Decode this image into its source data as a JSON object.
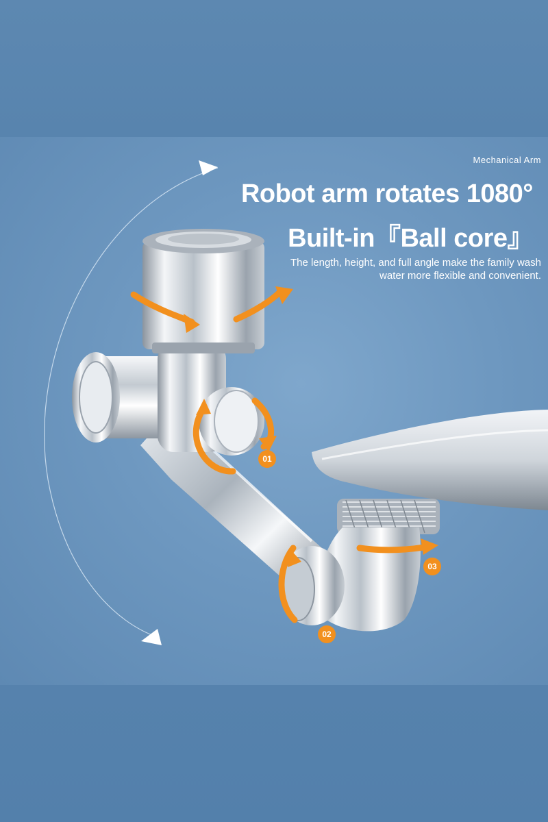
{
  "eyebrow": "Mechanical Arm",
  "headline": {
    "line1": "Robot arm rotates 1080°",
    "line2": "Built-in『Ball core』"
  },
  "description": "The length, height, and full angle make the family wash water more flexible and convenient.",
  "badges": [
    "01",
    "02",
    "03"
  ],
  "colors": {
    "background": "#5683ad",
    "panel": "#6e98c0",
    "accent": "#f2901e",
    "chrome": "#d9dde2",
    "text": "#ffffff"
  }
}
